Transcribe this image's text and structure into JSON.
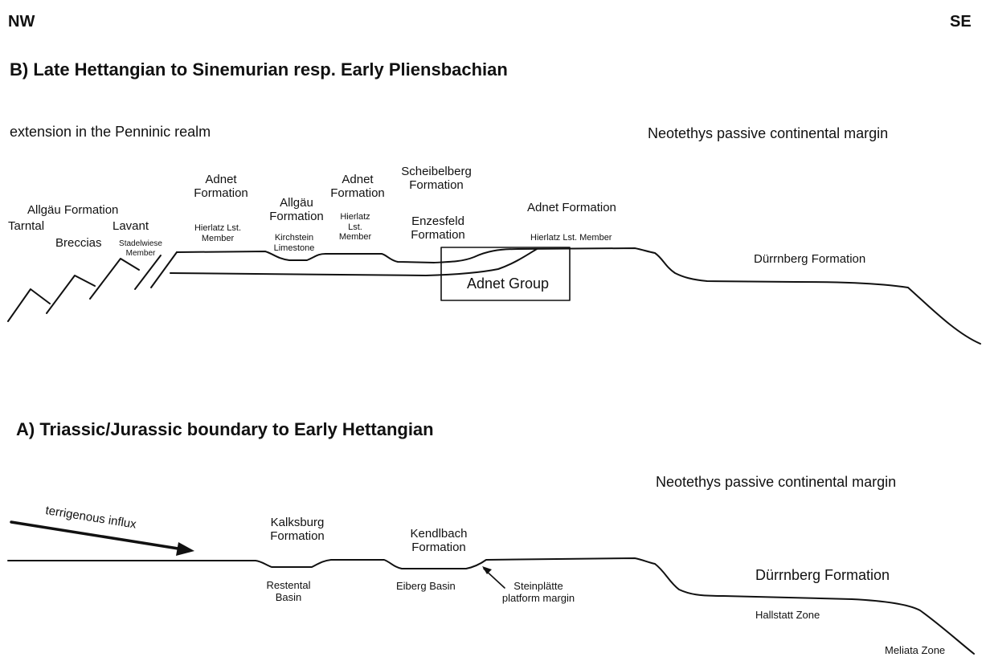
{
  "directions": {
    "nw": "NW",
    "se": "SE"
  },
  "panel_b": {
    "title": "B) Late Hettangian to Sinemurian resp. Early Pliensbachian",
    "left_note": "extension in the Penninic realm",
    "right_note": "Neotethys passive continental margin",
    "labels": {
      "allgau_formation_1": "Allgäu Formation",
      "tarntal": "Tarntal",
      "breccias": "Breccias",
      "lavant": "Lavant",
      "stadelwiese_1": "Stadelwiese",
      "stadelwiese_2": "Member",
      "adnet_a_1": "Adnet",
      "adnet_a_2": "Formation",
      "hierlatz_a_1": "Hierlatz Lst.",
      "hierlatz_a_2": "Member",
      "allgau_b_1": "Allgäu",
      "allgau_b_2": "Formation",
      "kirchstein_1": "Kirchstein",
      "kirchstein_2": "Limestone",
      "adnet_b_1": "Adnet",
      "adnet_b_2": "Formation",
      "hierlatz_b_1": "Hierlatz",
      "hierlatz_b_2": "Lst.",
      "hierlatz_b_3": "Member",
      "scheibelberg_1": "Scheibelberg",
      "scheibelberg_2": "Formation",
      "enzesfeld_1": "Enzesfeld",
      "enzesfeld_2": "Formation",
      "adnet_c": "Adnet Formation",
      "hierlatz_c": "Hierlatz Lst. Member",
      "adnet_group": "Adnet Group",
      "durrnberg": "Dürrnberg Formation"
    }
  },
  "panel_a": {
    "title": "A) Triassic/Jurassic boundary to Early Hettangian",
    "right_note": "Neotethys passive continental margin",
    "labels": {
      "terrigenous": "terrigenous influx",
      "kalksburg_1": "Kalksburg",
      "kalksburg_2": "Formation",
      "kendlbach_1": "Kendlbach",
      "kendlbach_2": "Formation",
      "restental_1": "Restental",
      "restental_2": "Basin",
      "eiberg": "Eiberg Basin",
      "steinplatte_1": "Steinplätte",
      "steinplatte_2": "platform margin",
      "durrnberg": "Dürrnberg Formation",
      "hallstatt": "Hallstatt Zone",
      "meliata": "Meliata Zone"
    }
  },
  "colors": {
    "line": "#111111",
    "background": "#ffffff"
  }
}
